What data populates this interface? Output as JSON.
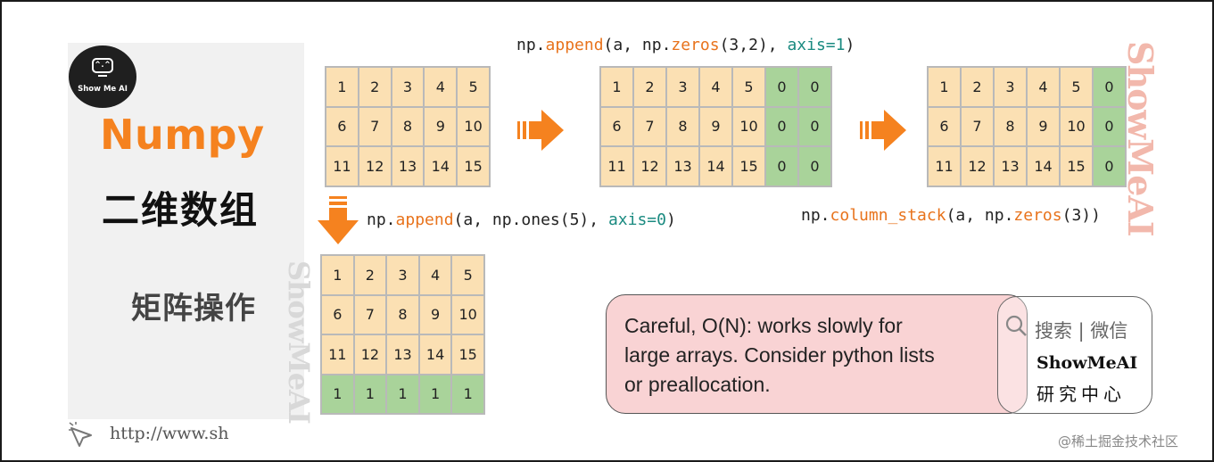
{
  "logo": {
    "face": "^.^",
    "text": "Show Me AI"
  },
  "title": "Numpy",
  "title_cn": "二维数组",
  "subtitle_cn": "矩阵操作",
  "watermark": "ShowMeAI",
  "code_top": {
    "prefix": "np.",
    "fn": "append",
    "args": "(a, np.",
    "fn2": "zeros",
    "args2": "(3,2), ",
    "axis": "axis=1",
    "suffix": ")"
  },
  "code_stack": {
    "prefix": "np.",
    "fn": "column_stack",
    "args": "(a, np.",
    "fn2": "zeros",
    "suffix": "(3))"
  },
  "code_bottom": {
    "prefix": "np.",
    "fn": "append",
    "args": "(a, np.ones(5), ",
    "axis": "axis=0",
    "suffix": ")"
  },
  "matrices": {
    "source": [
      [
        "1",
        "2",
        "3",
        "4",
        "5"
      ],
      [
        "6",
        "7",
        "8",
        "9",
        "10"
      ],
      [
        "11",
        "12",
        "13",
        "14",
        "15"
      ]
    ],
    "append_cols": [
      [
        "1",
        "2",
        "3",
        "4",
        "5",
        "0",
        "0"
      ],
      [
        "6",
        "7",
        "8",
        "9",
        "10",
        "0",
        "0"
      ],
      [
        "11",
        "12",
        "13",
        "14",
        "15",
        "0",
        "0"
      ]
    ],
    "column_stack": [
      [
        "1",
        "2",
        "3",
        "4",
        "5",
        "0"
      ],
      [
        "6",
        "7",
        "8",
        "9",
        "10",
        "0"
      ],
      [
        "11",
        "12",
        "13",
        "14",
        "15",
        "0"
      ]
    ],
    "append_row": [
      [
        "1",
        "2",
        "3",
        "4",
        "5"
      ],
      [
        "6",
        "7",
        "8",
        "9",
        "10"
      ],
      [
        "11",
        "12",
        "13",
        "14",
        "15"
      ],
      [
        "1",
        "1",
        "1",
        "1",
        "1"
      ]
    ]
  },
  "note": {
    "line1": "Careful, O(N): works slowly for",
    "line2": "large arrays. Consider python lists",
    "line3": "or preallocation."
  },
  "search": {
    "label": "搜索 | 微信",
    "brand": "ShowMeAI",
    "brand_sub": "研究中心"
  },
  "url": "http://www.sh",
  "footer": "@稀土掘金技术社区",
  "colors": {
    "accent": "#f5821f",
    "original_cell": "#fbe0b3",
    "added_cell": "#a9d39a",
    "note_bg": "#f9d3d4",
    "axis_kw": "#1a8a80"
  }
}
